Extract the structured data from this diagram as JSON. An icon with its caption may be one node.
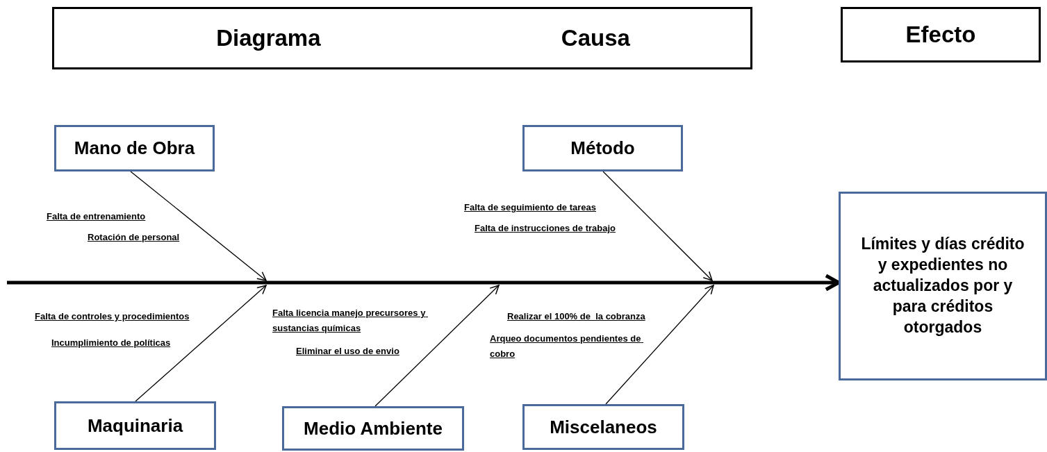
{
  "diagram": {
    "nodes": [
      {
        "text": [
          "Diagrama",
          "Causa"
        ]
      },
      {
        "text": [
          "Efecto"
        ]
      },
      {
        "text": [
          "Mano de Obra"
        ]
      },
      {
        "text": [
          "Método"
        ]
      },
      {
        "text": [
          "Maquinaria"
        ]
      },
      {
        "text": [
          "Medio Ambiente"
        ]
      },
      {
        "text": [
          "Miscelaneos"
        ]
      },
      {
        "text": [
          "Límites y días crédito y expedientes no actualizados por y para créditos otorgados"
        ]
      }
    ],
    "edges": [
      {
        "from": null,
        "to": 7,
        "arrow": "to",
        "style": "thick"
      },
      {
        "from": 2,
        "to": null,
        "arrow": "to"
      },
      {
        "from": 3,
        "to": null,
        "arrow": "to"
      },
      {
        "from": 4,
        "to": null,
        "arrow": "to"
      },
      {
        "from": 5,
        "to": null,
        "arrow": "to"
      },
      {
        "from": 6,
        "to": null,
        "arrow": "to"
      }
    ],
    "labels": [
      "Falta de seguimiento de tareas",
      "Falta de entrenamiento",
      "Falta de instrucciones de trabajo",
      "Rotación de personal",
      "Falta licencia manejo precursores y sustancias químicas",
      "Falta de controles y procedimientos",
      "Realizar el 100% de  la cobranza",
      "Arqueo documentos pendientes de cobro",
      "Incumplimiento de políticas",
      "Eliminar el uso de envio"
    ]
  }
}
